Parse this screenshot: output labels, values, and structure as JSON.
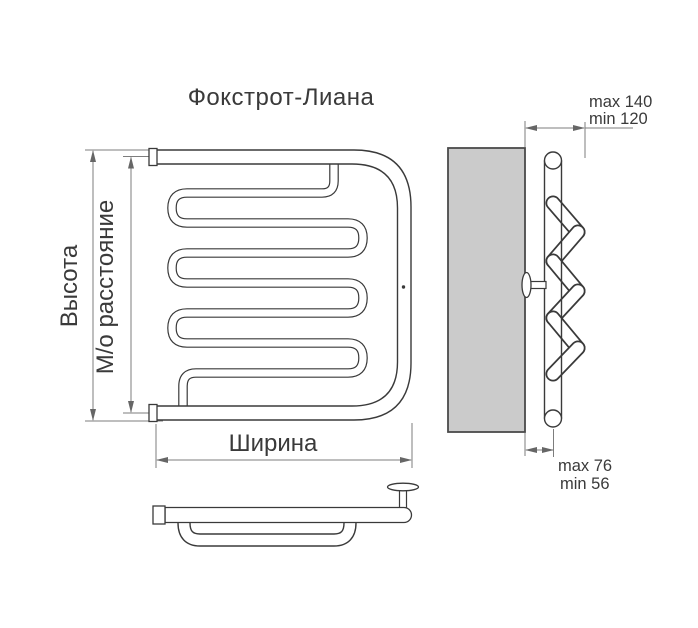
{
  "title": "Фокстрот-Лиана",
  "front_view": {
    "labels": {
      "height": "Высота",
      "axis_distance": "М/о расстояние",
      "width": "Ширина"
    }
  },
  "side_view": {
    "top_dimension": {
      "max": "max 140",
      "min": "min 120"
    },
    "bottom_dimension": {
      "max": "max 76",
      "min": "min 56"
    }
  },
  "colors": {
    "line": "#3a3a3a",
    "dim": "#7d7d7d",
    "wall_fill": "#cbcbcb",
    "wall_stroke": "#4a4a4a",
    "bg": "#ffffff",
    "text": "#3a3a3a"
  }
}
